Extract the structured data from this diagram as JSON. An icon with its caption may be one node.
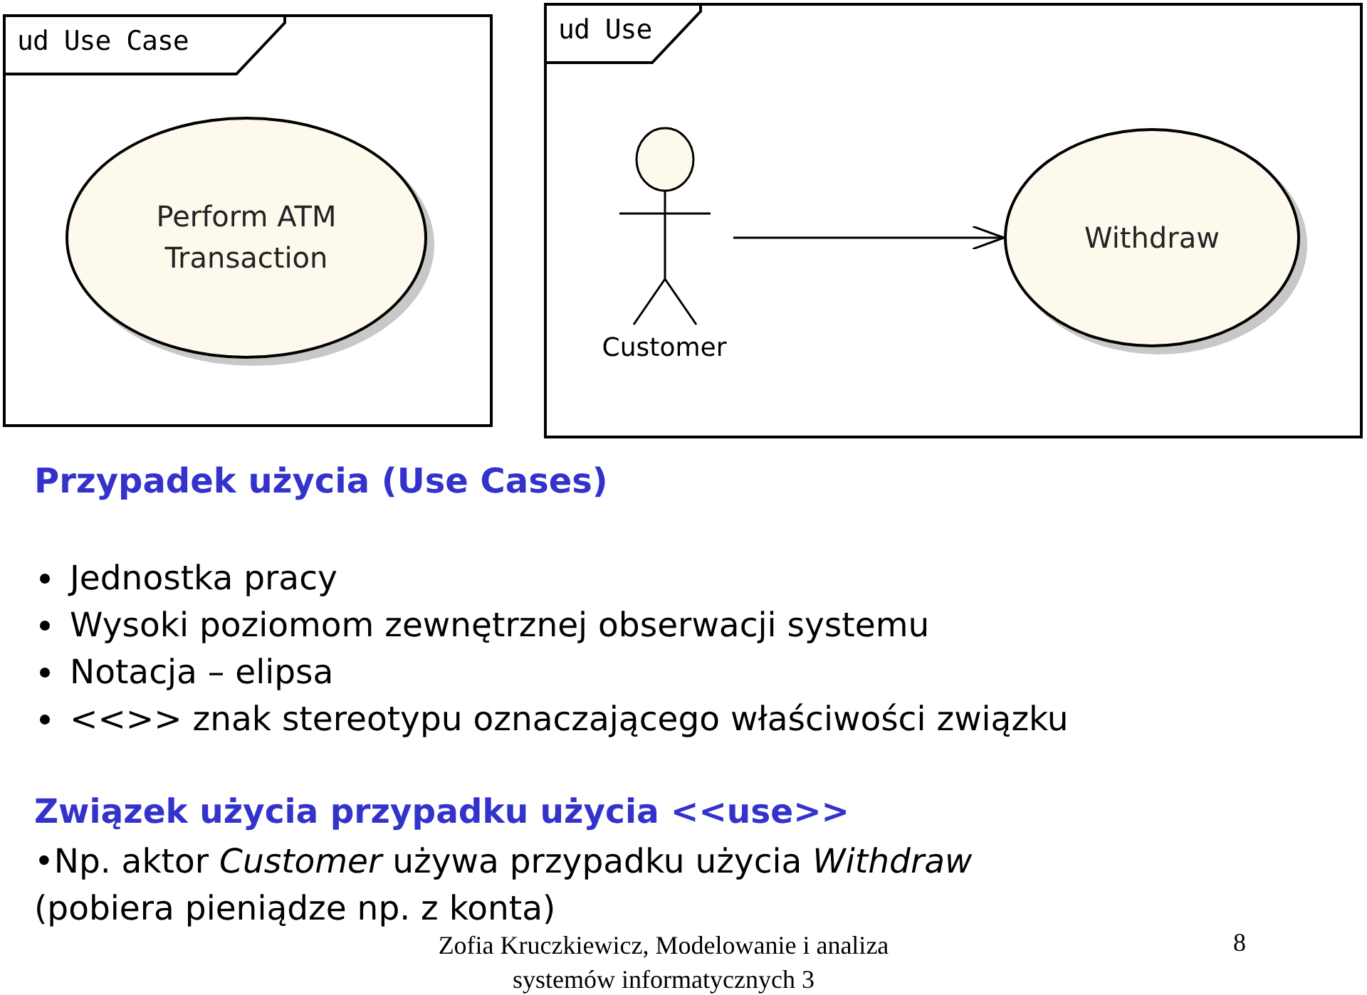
{
  "diagram": {
    "title": "Przypadek użycia (Use Cases)",
    "nodes": [
      {
        "text": [
          "ud Use Case"
        ]
      },
      {
        "text": [
          "Perform ATM Transaction"
        ],
        "in": 0
      },
      {
        "text": [
          "ud Use"
        ]
      },
      {
        "text": [
          "Customer"
        ],
        "in": 2
      },
      {
        "text": [
          "Withdraw"
        ],
        "in": 2
      }
    ],
    "edges": [
      {
        "from": 3,
        "to": 4,
        "arrow": "to"
      }
    ],
    "labels": [
      "Jednostka pracy",
      "Wysoki poziomom zewnętrznej obserwacji systemu",
      "Notacja – elipsa",
      "<<>> znak stereotypu oznaczającego właściwości związku",
      "Związek użycia przypadku użycia <<use>>",
      "•Np. aktor *Customer* używa przypadku użycia *Withdraw* (pobiera pieniądze np. z konta)",
      "Zofia Kruczkiewicz, Modelowanie i analiza systemów informatycznych 3",
      "8"
    ]
  }
}
